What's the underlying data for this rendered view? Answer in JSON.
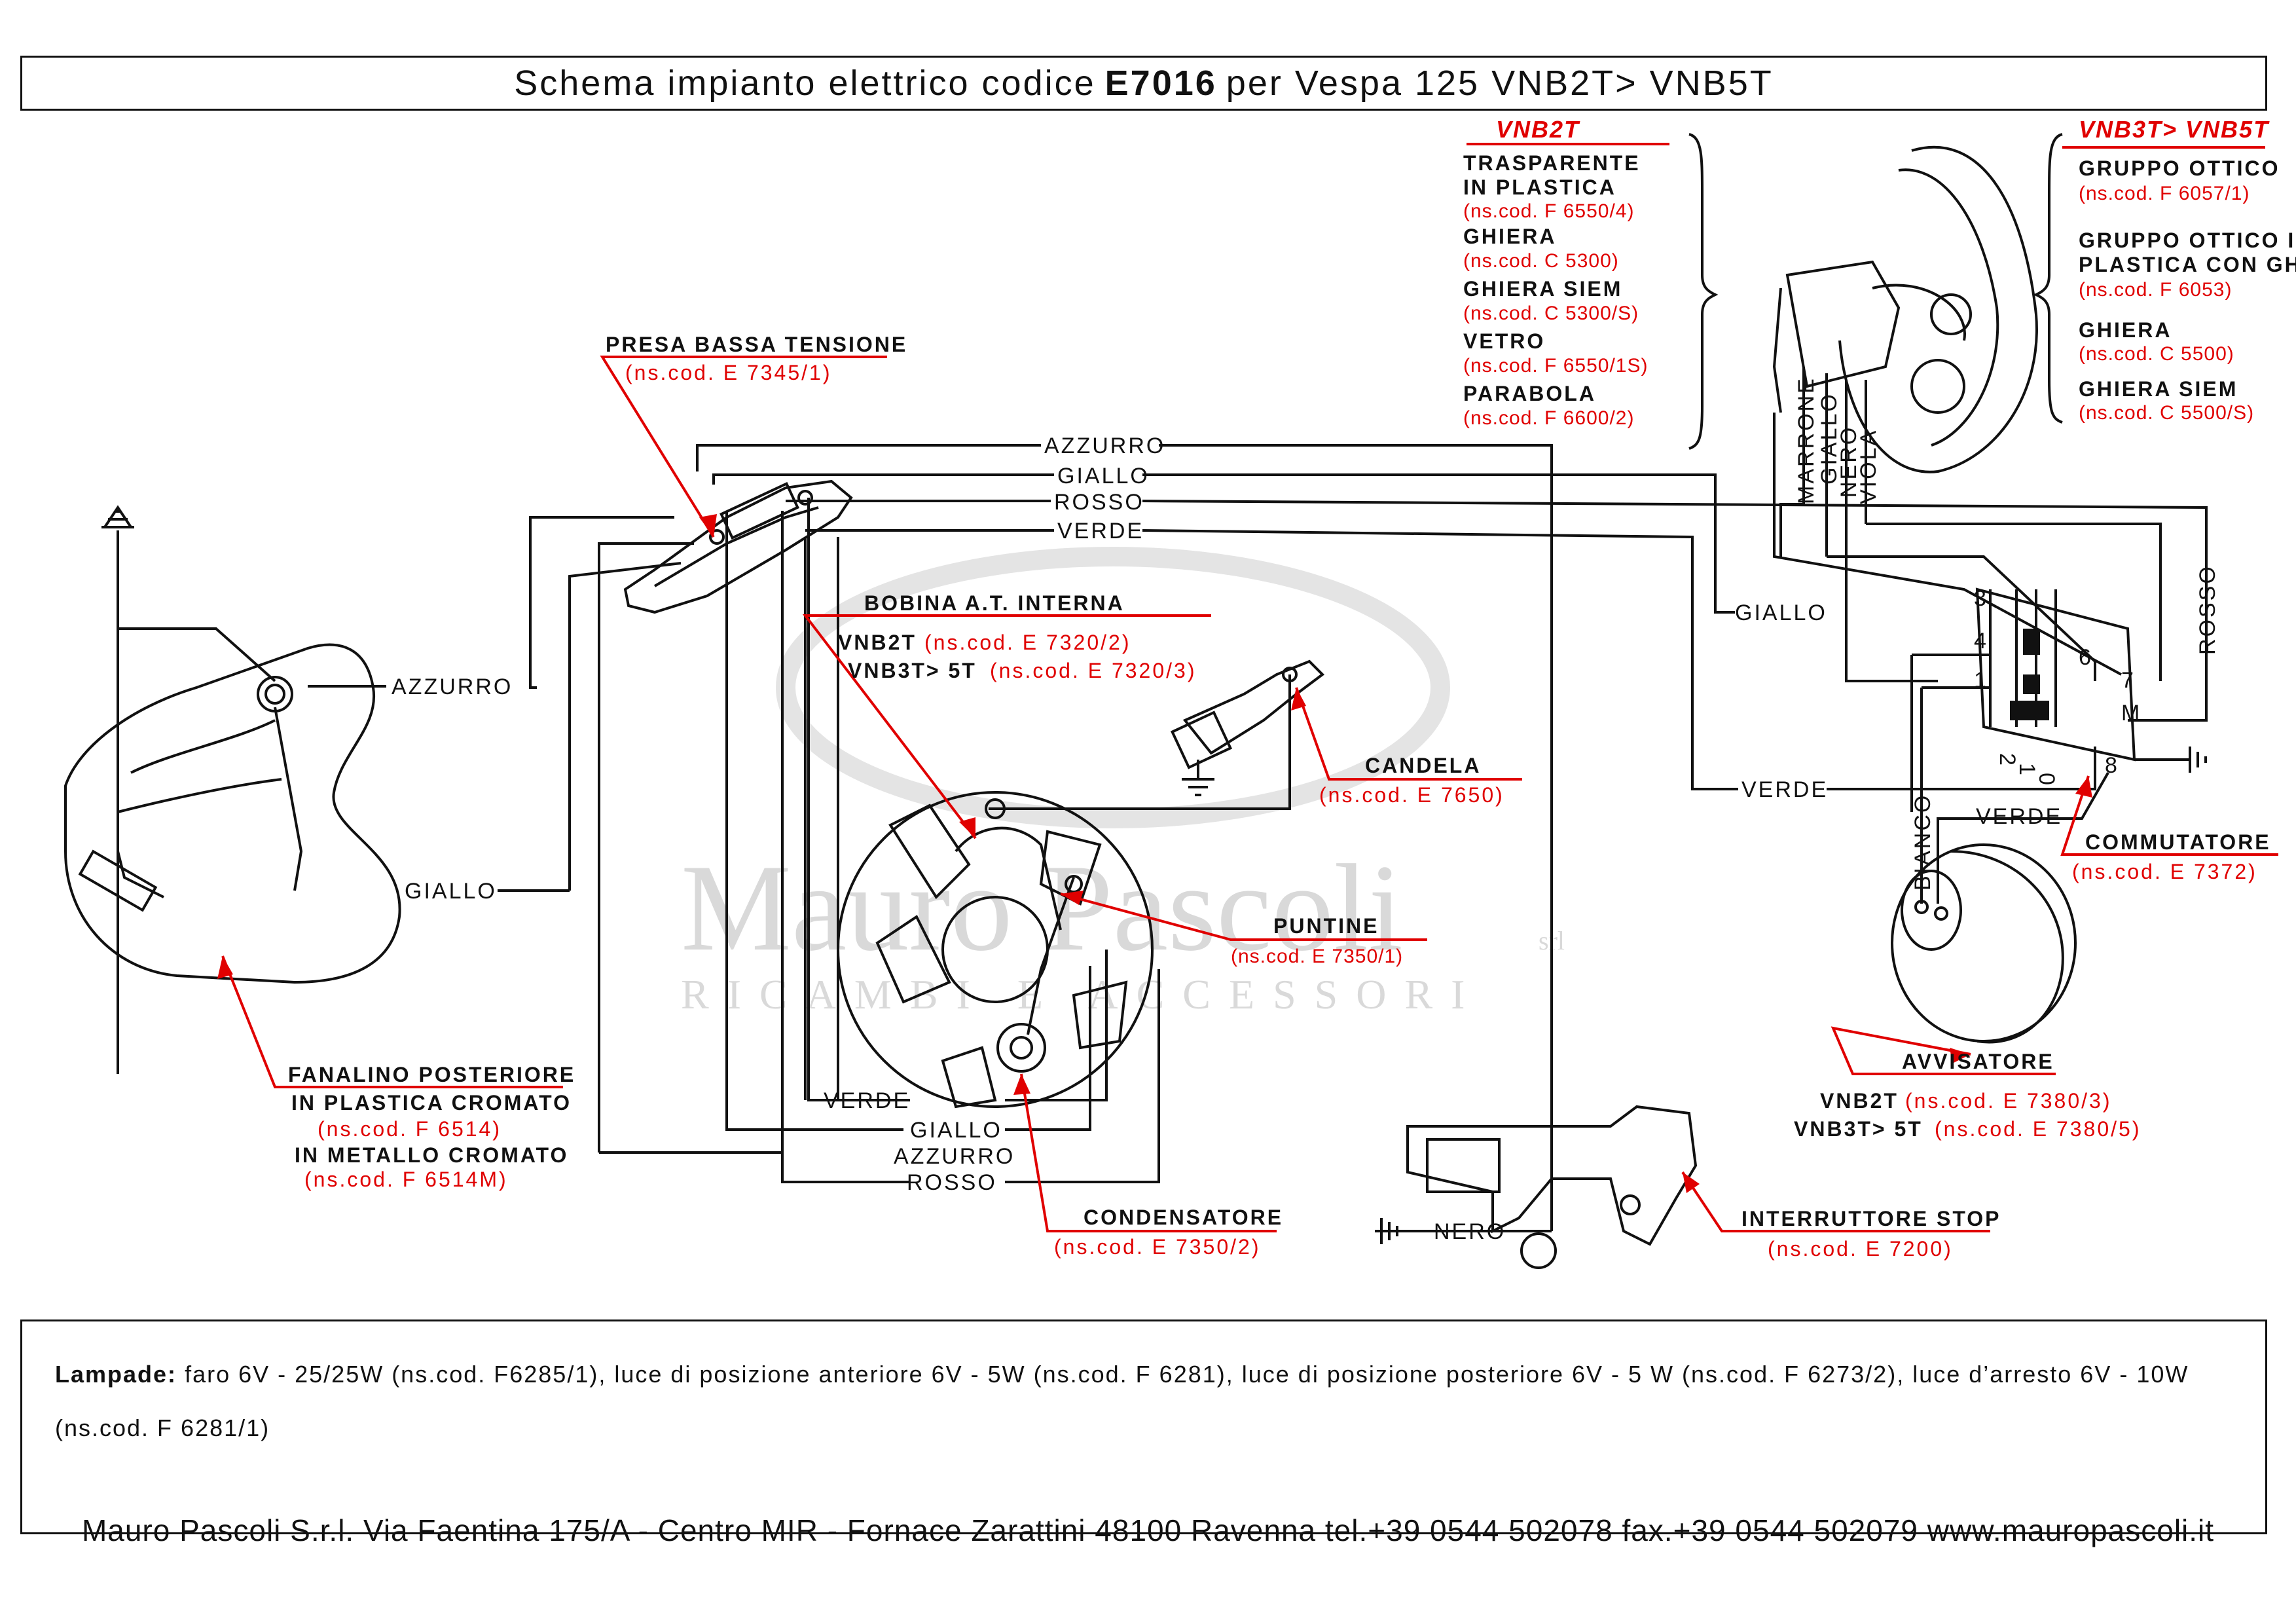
{
  "title": {
    "prefix": "Schema impianto elettrico codice",
    "code": "E7016",
    "suffix": "per Vespa 125 VNB2T> VNB5T"
  },
  "watermark": {
    "brand": "Mauro Pascoli",
    "tagline": "RICAMBI E ACCESSORI",
    "suffix": "srl"
  },
  "wires": {
    "azzurro": "AZZURRO",
    "giallo": "GIALLO",
    "rosso": "ROSSO",
    "verde": "VERDE",
    "nero": "NERO",
    "marrone": "MARRONE",
    "viola": "VIOLA",
    "bianco": "BIANCO"
  },
  "components": {
    "presa_bassa": {
      "name": "PRESA BASSA TENSIONE",
      "code": "(ns.cod. E 7345/1)"
    },
    "bobina": {
      "name": "BOBINA A.T. INTERNA",
      "v1_model": "VNB2T",
      "v1_code": "(ns.cod. E 7320/2)",
      "v2_model": "VNB3T> 5T",
      "v2_code": "(ns.cod. E 7320/3)"
    },
    "candela": {
      "name": "CANDELA",
      "code": "(ns.cod. E 7650)"
    },
    "puntine": {
      "name": "PUNTINE",
      "code": "(ns.cod. E 7350/1)"
    },
    "condensatore": {
      "name": "CONDENSATORE",
      "code": "(ns.cod. E 7350/2)"
    },
    "fanalino": {
      "name": "FANALINO POSTERIORE",
      "line2": "IN PLASTICA CROMATO",
      "code1": "(ns.cod. F 6514)",
      "line3": "IN METALLO CROMATO",
      "code2": "(ns.cod. F 6514M)"
    },
    "commutatore": {
      "name": "COMMUTATORE",
      "code": "(ns.cod. E 7372)"
    },
    "avvisatore": {
      "name": "AVVISATORE",
      "v1_model": "VNB2T",
      "v1_code": "(ns.cod. E 7380/3)",
      "v2_model": "VNB3T> 5T",
      "v2_code": "(ns.cod. E 7380/5)"
    },
    "interruttore": {
      "name": "INTERRUTTORE STOP",
      "code": "(ns.cod. E 7200)"
    }
  },
  "headlight_vnb2t": {
    "heading": "VNB2T",
    "items": [
      {
        "line1": "TRASPARENTE",
        "line2": "IN  PLASTICA",
        "code": "(ns.cod. F 6550/4)"
      },
      {
        "line1": "GHIERA",
        "code": "(ns.cod. C 5300)"
      },
      {
        "line1": "GHIERA SIEM",
        "code": "(ns.cod. C 5300/S)"
      },
      {
        "line1": "VETRO",
        "code": "(ns.cod. F 6550/1S)"
      },
      {
        "line1": "PARABOLA",
        "code": "(ns.cod. F 6600/2)"
      }
    ]
  },
  "headlight_vnb3t": {
    "heading": "VNB3T> VNB5T",
    "items": [
      {
        "line1": "GRUPPO OTTICO",
        "code": "(ns.cod. F 6057/1)"
      },
      {
        "line1": "GRUPPO  OTTICO  IN",
        "line2": "PLASTICA CON GHIERA",
        "code": "(ns.cod. F 6053)"
      },
      {
        "line1": "GHIERA",
        "code": "(ns.cod. C 5500)"
      },
      {
        "line1": "GHIERA SIEM",
        "code": "(ns.cod. C 5500/S)"
      }
    ]
  },
  "switch_terminals": {
    "t3": "3",
    "t4": "4",
    "t1": "1",
    "t6": "6",
    "t7": "7",
    "tm": "M",
    "t8": "8",
    "p2": "2",
    "p1": "1",
    "p0": "0"
  },
  "lamps": {
    "label": "Lampade:",
    "text": "faro 6V - 25/25W (ns.cod. F6285/1), luce di posizione anteriore 6V - 5W (ns.cod. F 6281), luce di posizione posteriore 6V - 5 W (ns.cod. F 6273/2),  luce d’arresto 6V - 10W (ns.cod. F 6281/1)"
  },
  "footer": "Mauro Pascoli S.r.l. Via Faentina 175/A - Centro MIR - Fornace Zarattini 48100 Ravenna tel.+39 0544 502078 fax.+39 0544 502079 www.mauropascoli.it",
  "colors": {
    "ink": "#111111",
    "red": "#e00000",
    "watermark": "#d9d9d9"
  }
}
